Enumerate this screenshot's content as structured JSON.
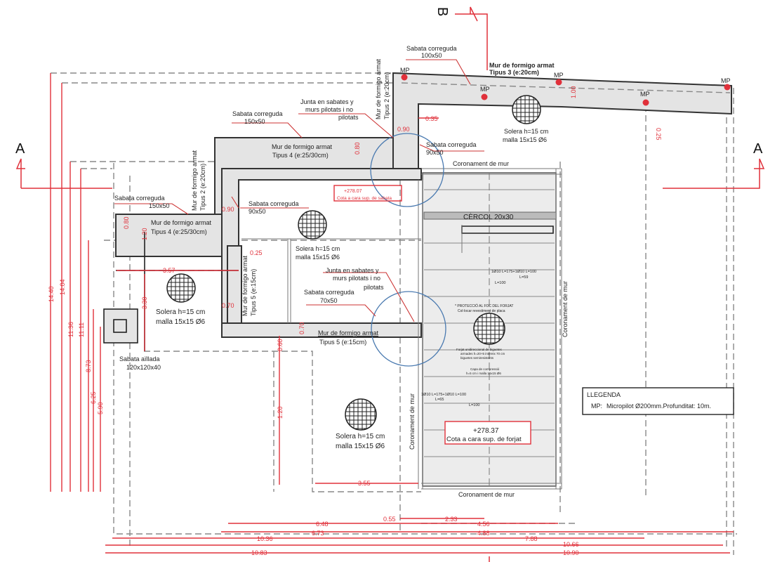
{
  "drawing": {
    "type": "foundation-plan",
    "section_markers": {
      "A_left": "A",
      "A_right": "A",
      "B_top": "B"
    },
    "colors": {
      "dimension": "#e0303a",
      "wall_fill": "#e4e4e4",
      "detail_circle": "#4a7ab0",
      "micropile": "#e0303a"
    },
    "labels": {
      "sabata_100x50_title": "Sabata correguda",
      "sabata_100x50_size": "100x50",
      "mur_tipus3_line1": "Mur de formigo armat",
      "mur_tipus3_line2": "Tipus 3 (e:20cm)",
      "mur_tipus2_line1": "Mur de formigo armat",
      "mur_tipus2_line2": "Tipus 2 (e:20cm)",
      "mur_tipus2b_line1": "Mur de formigo armat",
      "mur_tipus2b_line2": "Tipus 2 (e:20cm)",
      "junta1_line1": "Junta en sabates y",
      "junta1_line2": "murs pilotats i no",
      "junta1_line3": "pilotats",
      "sabata_150x50a_title": "Sabata correguda",
      "sabata_150x50a_size": "150x50",
      "mur_tipus4a_line1": "Mur de formigo armat",
      "mur_tipus4a_line2": "Tipus 4  (e:25/30cm)",
      "sabata_90x50a_title": "Sabata correguda",
      "sabata_90x50a_size": "90x50",
      "solera_top_line1": "Solera h=15 cm",
      "solera_top_line2": "malla 15x15 Ø6",
      "coronament_top": "Coronament de mur",
      "cota_sabata_value": "+278.07",
      "cota_sabata_label": "Cota a cara sup. de sabata",
      "sabata_150x50b_title": "Sabata correguda",
      "sabata_150x50b_size": "150x50",
      "sabata_90x50b_title": "Sabata correguda",
      "sabata_90x50b_size": "90x50",
      "mur_tipus4b_line1": "Mur de formigo armat",
      "mur_tipus4b_line2": "Tipus 4 (e:25/30cm)",
      "cercol": "CÈRCOL 20x30",
      "solera_mid_line1": "Solera h=15 cm",
      "solera_mid_line2": "malla 15x15 Ø6",
      "mur_tipus5v_line1": "Mur de formigo armat",
      "mur_tipus5v_line2": "Tipus 5 (e:15cm)",
      "junta2_line1": "Junta en sabates y",
      "junta2_line2": "murs pilotats i no",
      "junta2_line3": "pilotats",
      "sabata_70x50_title": "Sabata correguda",
      "sabata_70x50_size": "70x50",
      "mur_tipus5h_line1": "Mur de formigo armat",
      "mur_tipus5h_line2": "Tipus 5 (e:15cm)",
      "solera_left_line1": "Solera h=15 cm",
      "solera_left_line2": "malla 15x15 Ø6",
      "sabata_aillada_title": "Sabata aïllada",
      "sabata_aillada_size": "120x120x40",
      "rebar_top_line1": "1Ø10 L=175+1Ø10 L=100",
      "rebar_top_line2": "L=59",
      "rebar_top_line3": "L=100",
      "protect_line1": "* PROTECCIÓ AL FOC DEL FORJAT",
      "protect_line2": "Col·locar revestiment de placa",
      "forjat_line1": "Forjat unidireccional de biguetes",
      "forjat_line2": "armades h=20+5 intereix 70 cm",
      "forjat_line3": "biguetes semiresistents",
      "capa_line1": "Capa de compressió",
      "capa_line2": "h=5 cm i malla 15x15 Ø6",
      "coronament_right": "Coronament de mur",
      "coronament_center": "Coronament de mur",
      "coronament_bottom": "Coronament de mur",
      "rebar_bot_line1": "1Ø10 L=175+1Ø10 L=100",
      "rebar_bot_line2": "L=65",
      "rebar_bot_line3": "L=100",
      "solera_bot_line1": "Solera h=15 cm",
      "solera_bot_line2": "malla 15x15 Ø6",
      "cota_forjat_value": "+278.37",
      "cota_forjat_label": "Cota a cara sup. de forjat",
      "mp": "MP"
    },
    "legend": {
      "title": "LLEGENDA",
      "key": "MP:",
      "description": "Micropilot Ø200mm.Profunditat: 10m."
    },
    "dimensions": {
      "left_vertical": [
        "14.40",
        "14.04",
        "11.36",
        "11.11",
        "8.73",
        "6.25",
        "5.90"
      ],
      "bottom_horizontal": [
        "6.48",
        "6.73",
        "10.36",
        "10.83",
        "0.55",
        "2.33",
        "4.56",
        "4.88",
        "7.88",
        "10.66",
        "10.90"
      ],
      "local": {
        "d_0_35": "0.35",
        "d_0_90_top": "0.90",
        "d_0_80_top": "0.80",
        "d_1_00": "1.00",
        "d_0_25_right": "0.25",
        "d_0_90_mid": "0.90",
        "d_0_80_left": "0.80",
        "d_1_20_left": "1.20",
        "d_3_57": "3.57",
        "d_3_30": "3.30",
        "d_0_25_mid": "0.25",
        "d_0_70_left": "0.70",
        "d_0_70_mid": "0.70",
        "d_0_60": "0.60",
        "d_1_20_bot": "1.20",
        "d_3_55": "3.55"
      }
    }
  }
}
